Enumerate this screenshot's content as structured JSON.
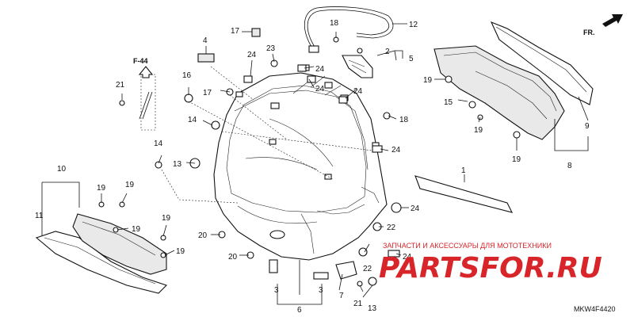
{
  "callouts": [
    {
      "id": "c1",
      "text": "1"
    },
    {
      "id": "c2",
      "text": "2"
    },
    {
      "id": "c3a",
      "text": "3"
    },
    {
      "id": "c3b",
      "text": "3"
    },
    {
      "id": "c4",
      "text": "4"
    },
    {
      "id": "c5",
      "text": "5"
    },
    {
      "id": "c6",
      "text": "6"
    },
    {
      "id": "c7",
      "text": "7"
    },
    {
      "id": "c8",
      "text": "8"
    },
    {
      "id": "c9",
      "text": "9"
    },
    {
      "id": "c10",
      "text": "10"
    },
    {
      "id": "c11",
      "text": "11"
    },
    {
      "id": "c12",
      "text": "12"
    },
    {
      "id": "c13a",
      "text": "13"
    },
    {
      "id": "c13b",
      "text": "13"
    },
    {
      "id": "c14a",
      "text": "14"
    },
    {
      "id": "c14b",
      "text": "14"
    },
    {
      "id": "c15",
      "text": "15"
    },
    {
      "id": "c16",
      "text": "16"
    },
    {
      "id": "c17a",
      "text": "17"
    },
    {
      "id": "c17b",
      "text": "17"
    },
    {
      "id": "c18a",
      "text": "18"
    },
    {
      "id": "c18b",
      "text": "18"
    },
    {
      "id": "c19a",
      "text": "19"
    },
    {
      "id": "c19b",
      "text": "19"
    },
    {
      "id": "c19c",
      "text": "19"
    },
    {
      "id": "c19d",
      "text": "19"
    },
    {
      "id": "c19e",
      "text": "19"
    },
    {
      "id": "c19f",
      "text": "19"
    },
    {
      "id": "c19g",
      "text": "19"
    },
    {
      "id": "c19h",
      "text": "19"
    },
    {
      "id": "c20a",
      "text": "20"
    },
    {
      "id": "c20b",
      "text": "20"
    },
    {
      "id": "c21a",
      "text": "21"
    },
    {
      "id": "c21b",
      "text": "21"
    },
    {
      "id": "c22a",
      "text": "22"
    },
    {
      "id": "c22b",
      "text": "22"
    },
    {
      "id": "c23",
      "text": "23"
    },
    {
      "id": "c24a",
      "text": "24"
    },
    {
      "id": "c24b",
      "text": "24"
    },
    {
      "id": "c24c",
      "text": "24"
    },
    {
      "id": "c24d",
      "text": "24"
    },
    {
      "id": "c24e",
      "text": "24"
    },
    {
      "id": "c24f",
      "text": "24"
    },
    {
      "id": "c24g",
      "text": "24"
    }
  ],
  "reference_label": "F-44",
  "direction_label": "FR.",
  "watermark": {
    "tagline": "ЗАПЧАСТИ И АКСЕССУАРЫ ДЛЯ МОТОТЕХНИКИ",
    "brand_left": "PARTS",
    "brand_right": "FOR.RU",
    "color": "#d8252a"
  },
  "diagram_code": "MKW4F4420"
}
